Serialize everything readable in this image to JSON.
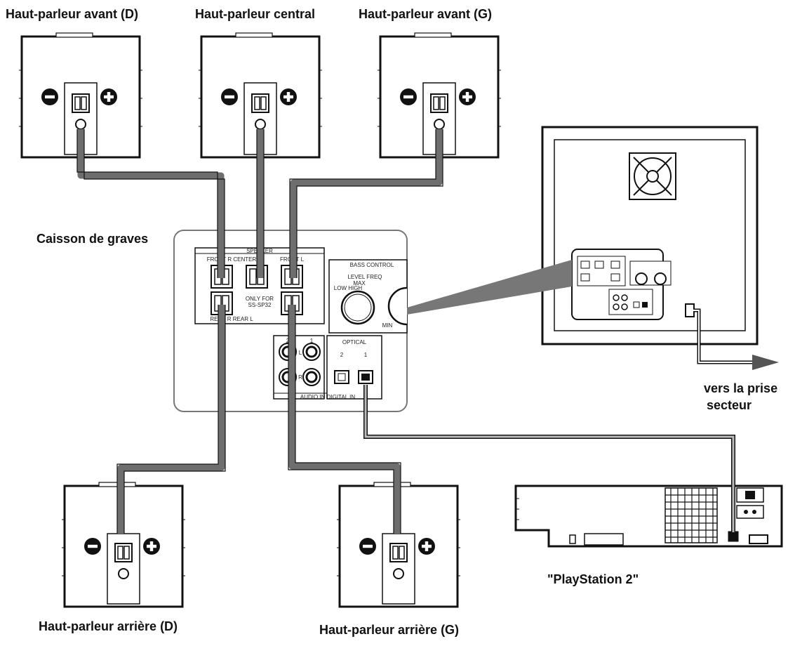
{
  "labels": {
    "front_right": "Haut-parleur avant (D)",
    "center": "Haut-parleur central",
    "front_left": "Haut-parleur avant (G)",
    "subwoofer": "Caisson de graves",
    "rear_right": "Haut-parleur arrière (D)",
    "rear_left": "Haut-parleur arrière (G)",
    "mains_line1": "vers la prise",
    "mains_line2": "secteur",
    "playstation": "\"PlayStation 2\""
  },
  "panel": {
    "speaker_header": "SPEAKER",
    "front_r_center": "FRONT R CENTER",
    "front_l": "FRONT L",
    "rear_r_rear_l": "REAR R REAR L",
    "only_for_1": "ONLY FOR",
    "only_for_2": "SS-SP32",
    "bass_control": "BASS CONTROL",
    "level_freq": "LEVEL FREQ",
    "max": "MAX",
    "low_high": "LOW HIGH",
    "min": "MIN",
    "optical": "OPTICAL",
    "opt_2": "2",
    "opt_1": "1",
    "aud_2": "2",
    "aud_1": "1",
    "audio_in_digital_in": "AUDIO IN DIGITAL IN",
    "l_mark": "L",
    "r_mark": "R",
    "minus": "−",
    "plus": "+"
  },
  "colors": {
    "cable": "#6e6e6e",
    "line": "#111111"
  }
}
